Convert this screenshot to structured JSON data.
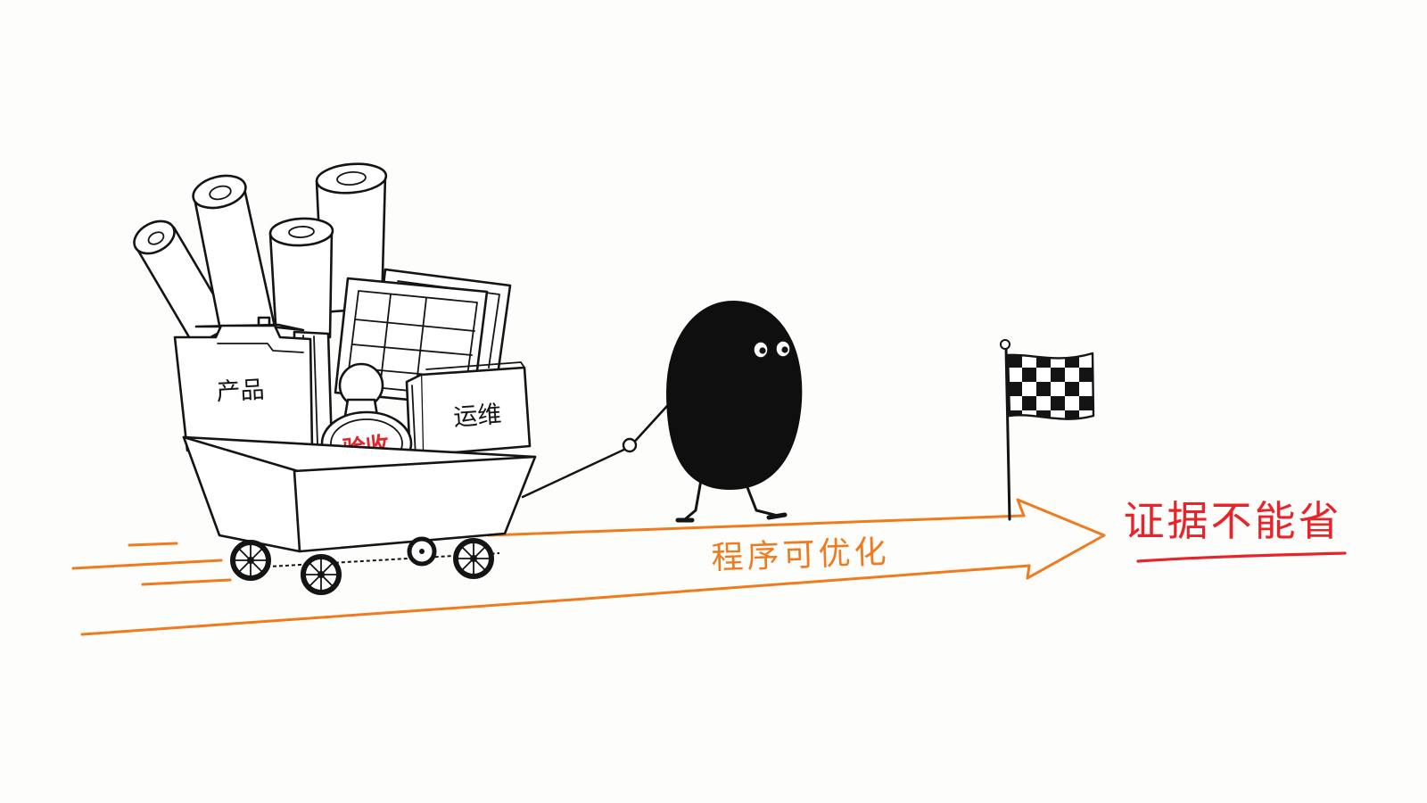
{
  "labels": {
    "folder": "产品",
    "book": "运维",
    "stamp": "验收",
    "road": "程序可优化",
    "goal": "证据不能省"
  },
  "colors": {
    "road": "#f07a1e",
    "goal": "#e8242a",
    "stamp_text": "#e8242a",
    "ink": "#141414",
    "paper": "#ffffff",
    "background": "#fdfdfb"
  },
  "icons": {
    "character": "blob-character-icon",
    "flag": "checkered-flag-icon",
    "cart": "wagon-icon"
  }
}
